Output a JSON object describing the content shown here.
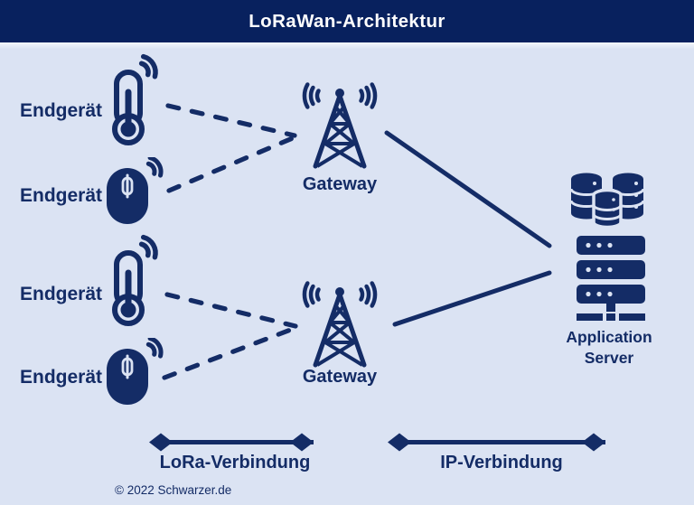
{
  "title": "LoRaWan-Architektur",
  "colors": {
    "header_bg": "#08215e",
    "ink": "#142c66",
    "bg": "#dbe3f3",
    "title_color": "#ffffff"
  },
  "devices": [
    {
      "label": "Endgerät",
      "type": "thermometer-sensor"
    },
    {
      "label": "Endgerät",
      "type": "computer-mouse"
    },
    {
      "label": "Endgerät",
      "type": "thermometer-sensor"
    },
    {
      "label": "Endgerät",
      "type": "computer-mouse"
    }
  ],
  "gateways": [
    {
      "label": "Gateway"
    },
    {
      "label": "Gateway"
    }
  ],
  "application_server": {
    "line1": "Application",
    "line2": "Server"
  },
  "connections": {
    "lora_style": "dashed",
    "ip_style": "solid"
  },
  "legend": [
    {
      "label": "LoRa-Verbindung"
    },
    {
      "label": "IP-Verbindung"
    }
  ],
  "footer": {
    "copyright": "© 2022 Schwarzer.de"
  }
}
